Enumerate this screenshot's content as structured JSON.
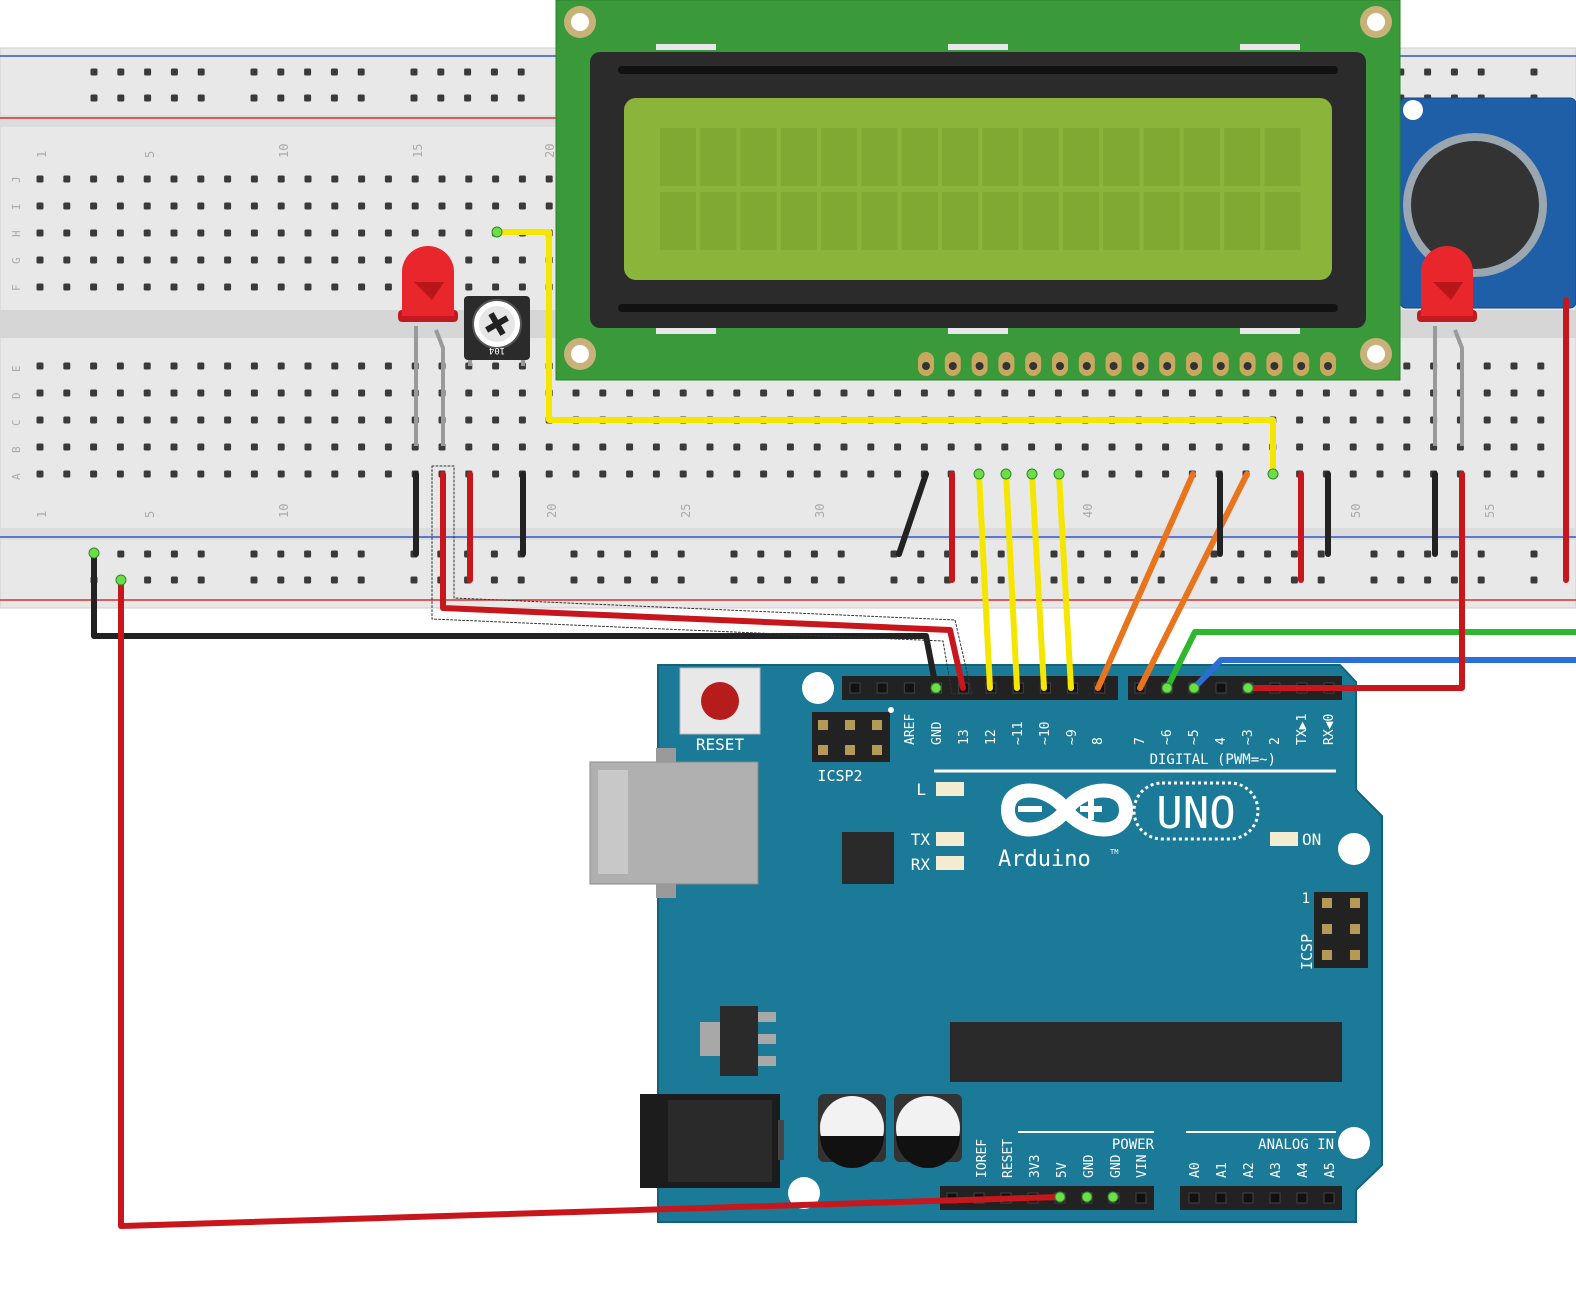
{
  "breadboard": {
    "row_letters_top": [
      "J",
      "I",
      "H",
      "G",
      "F"
    ],
    "row_letters_bottom": [
      "E",
      "D",
      "C",
      "B",
      "A"
    ],
    "column_numbers_top": [
      "1",
      "5",
      "10",
      "15",
      "20"
    ],
    "column_numbers_bottom": [
      "1",
      "5",
      "10",
      "20",
      "25",
      "30",
      "40",
      "50",
      "55"
    ]
  },
  "potentiometer": {
    "code": "104"
  },
  "arduino": {
    "reset_label": "RESET",
    "icsp2_label": "ICSP2",
    "icsp_label": "ICSP",
    "icsp_pin1": "1",
    "digital_label": "DIGITAL (PWM=~)",
    "digital_pins": [
      "AREF",
      "GND",
      "13",
      "12",
      "~11",
      "~10",
      "~9",
      "8",
      "7",
      "~6",
      "~5",
      "4",
      "~3",
      "2",
      "TX▶1",
      "RX◀0"
    ],
    "led_l": "L",
    "led_tx": "TX",
    "led_rx": "RX",
    "led_on": "ON",
    "brand": "Arduino",
    "tm": "TM",
    "model": "UNO",
    "power_label": "POWER",
    "power_pins": [
      "IOREF",
      "RESET",
      "3V3",
      "5V",
      "GND",
      "GND",
      "VIN"
    ],
    "analog_label": "ANALOG IN",
    "analog_pins": [
      "A0",
      "A1",
      "A2",
      "A3",
      "A4",
      "A5"
    ]
  },
  "colors": {
    "board": "#1a7a97",
    "lcd_pcb": "#3a9a3a",
    "lcd_screen": "#8ab43a",
    "breadboard": "#e8e8e8",
    "wire_red": "#c8161d",
    "wire_black": "#222222",
    "wire_yellow": "#f5e600",
    "wire_orange": "#e8741e",
    "wire_green": "#2eb82e",
    "wire_blue": "#2a6fd6",
    "led_red": "#e8262b",
    "sensor": "#1f5fa8"
  }
}
